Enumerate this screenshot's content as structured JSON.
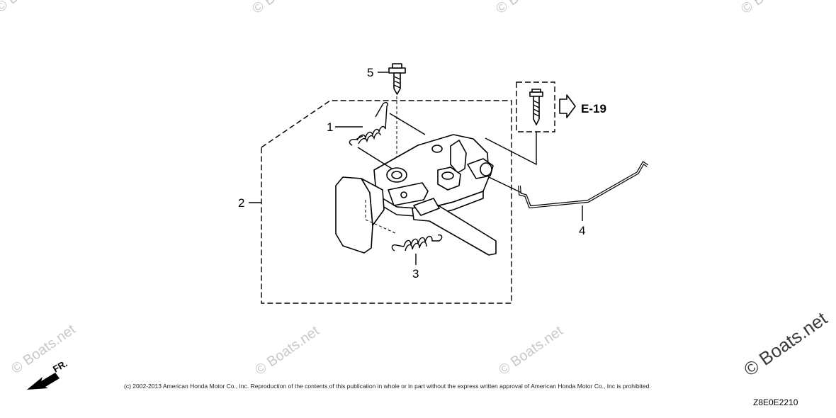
{
  "watermark": {
    "text": "© Boats.net"
  },
  "callouts": {
    "part1": "1",
    "part2": "2",
    "part3": "3",
    "part4": "4",
    "part5": "5"
  },
  "reference": {
    "label": "E-19"
  },
  "direction": {
    "label": "FR."
  },
  "footer": {
    "copyright": "(c) 2002-2013 American Honda Motor Co., Inc. Reproduction of the contents of this publication in whole or in part without the express written approval of American Honda Motor Co., Inc is prohibited.",
    "diagram_code": "Z8E0E2210"
  }
}
